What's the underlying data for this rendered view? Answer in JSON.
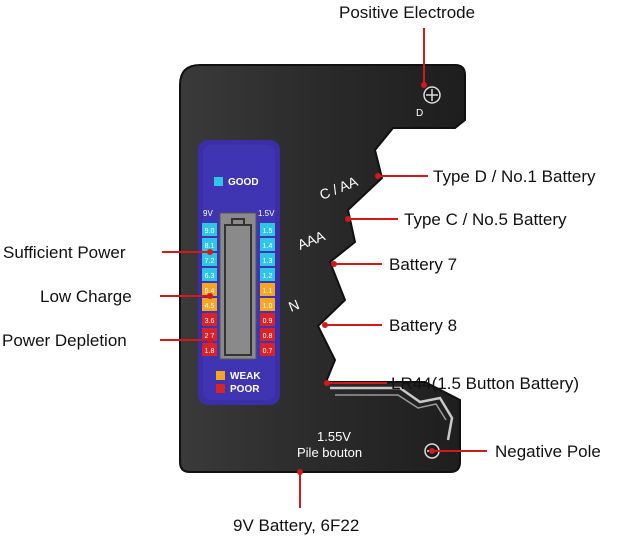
{
  "labels": {
    "positive_electrode": "Positive Electrode",
    "type_d": "Type D / No.1 Battery",
    "type_c": "Type C / No.5 Battery",
    "battery7": "Battery 7",
    "battery8": "Battery 8",
    "lr44": "LR44(1.5 Button Battery)",
    "negative_pole": "Negative Pole",
    "nine_volt": "9V Battery, 6F22",
    "sufficient": "Sufficient Power",
    "low": "Low Charge",
    "depletion": "Power Depletion"
  },
  "device": {
    "slot_d": "D",
    "slot_caa": "C / AA",
    "slot_aaa": "AAA",
    "slot_n": "N",
    "button_voltage": "1.55V",
    "button_name": "Pile bouton",
    "plus_symbol": "⊕"
  },
  "meter": {
    "left_header": "9V",
    "right_header": "1.5V",
    "left_scale": [
      "9.0",
      "8.1",
      "7.2",
      "6.3",
      "5.4",
      "4.5",
      "3.6",
      "2.7",
      "1.8"
    ],
    "right_scale": [
      "1.5",
      "1.4",
      "1.3",
      "1.2",
      "1.1",
      "1.0",
      "0.9",
      "0.8",
      "0.7"
    ],
    "levels": [
      "good",
      "good",
      "good",
      "good",
      "weak",
      "weak",
      "poor",
      "poor",
      "poor"
    ],
    "legend_good": "GOOD",
    "legend_weak": "WEAK",
    "legend_poor": "POOR"
  },
  "colors": {
    "good": "#2fc6e6",
    "weak": "#f5a623",
    "poor": "#d8232a",
    "panel": "#3a2fa8",
    "body": "#2b2b2b",
    "leader": "#d11a1a"
  }
}
